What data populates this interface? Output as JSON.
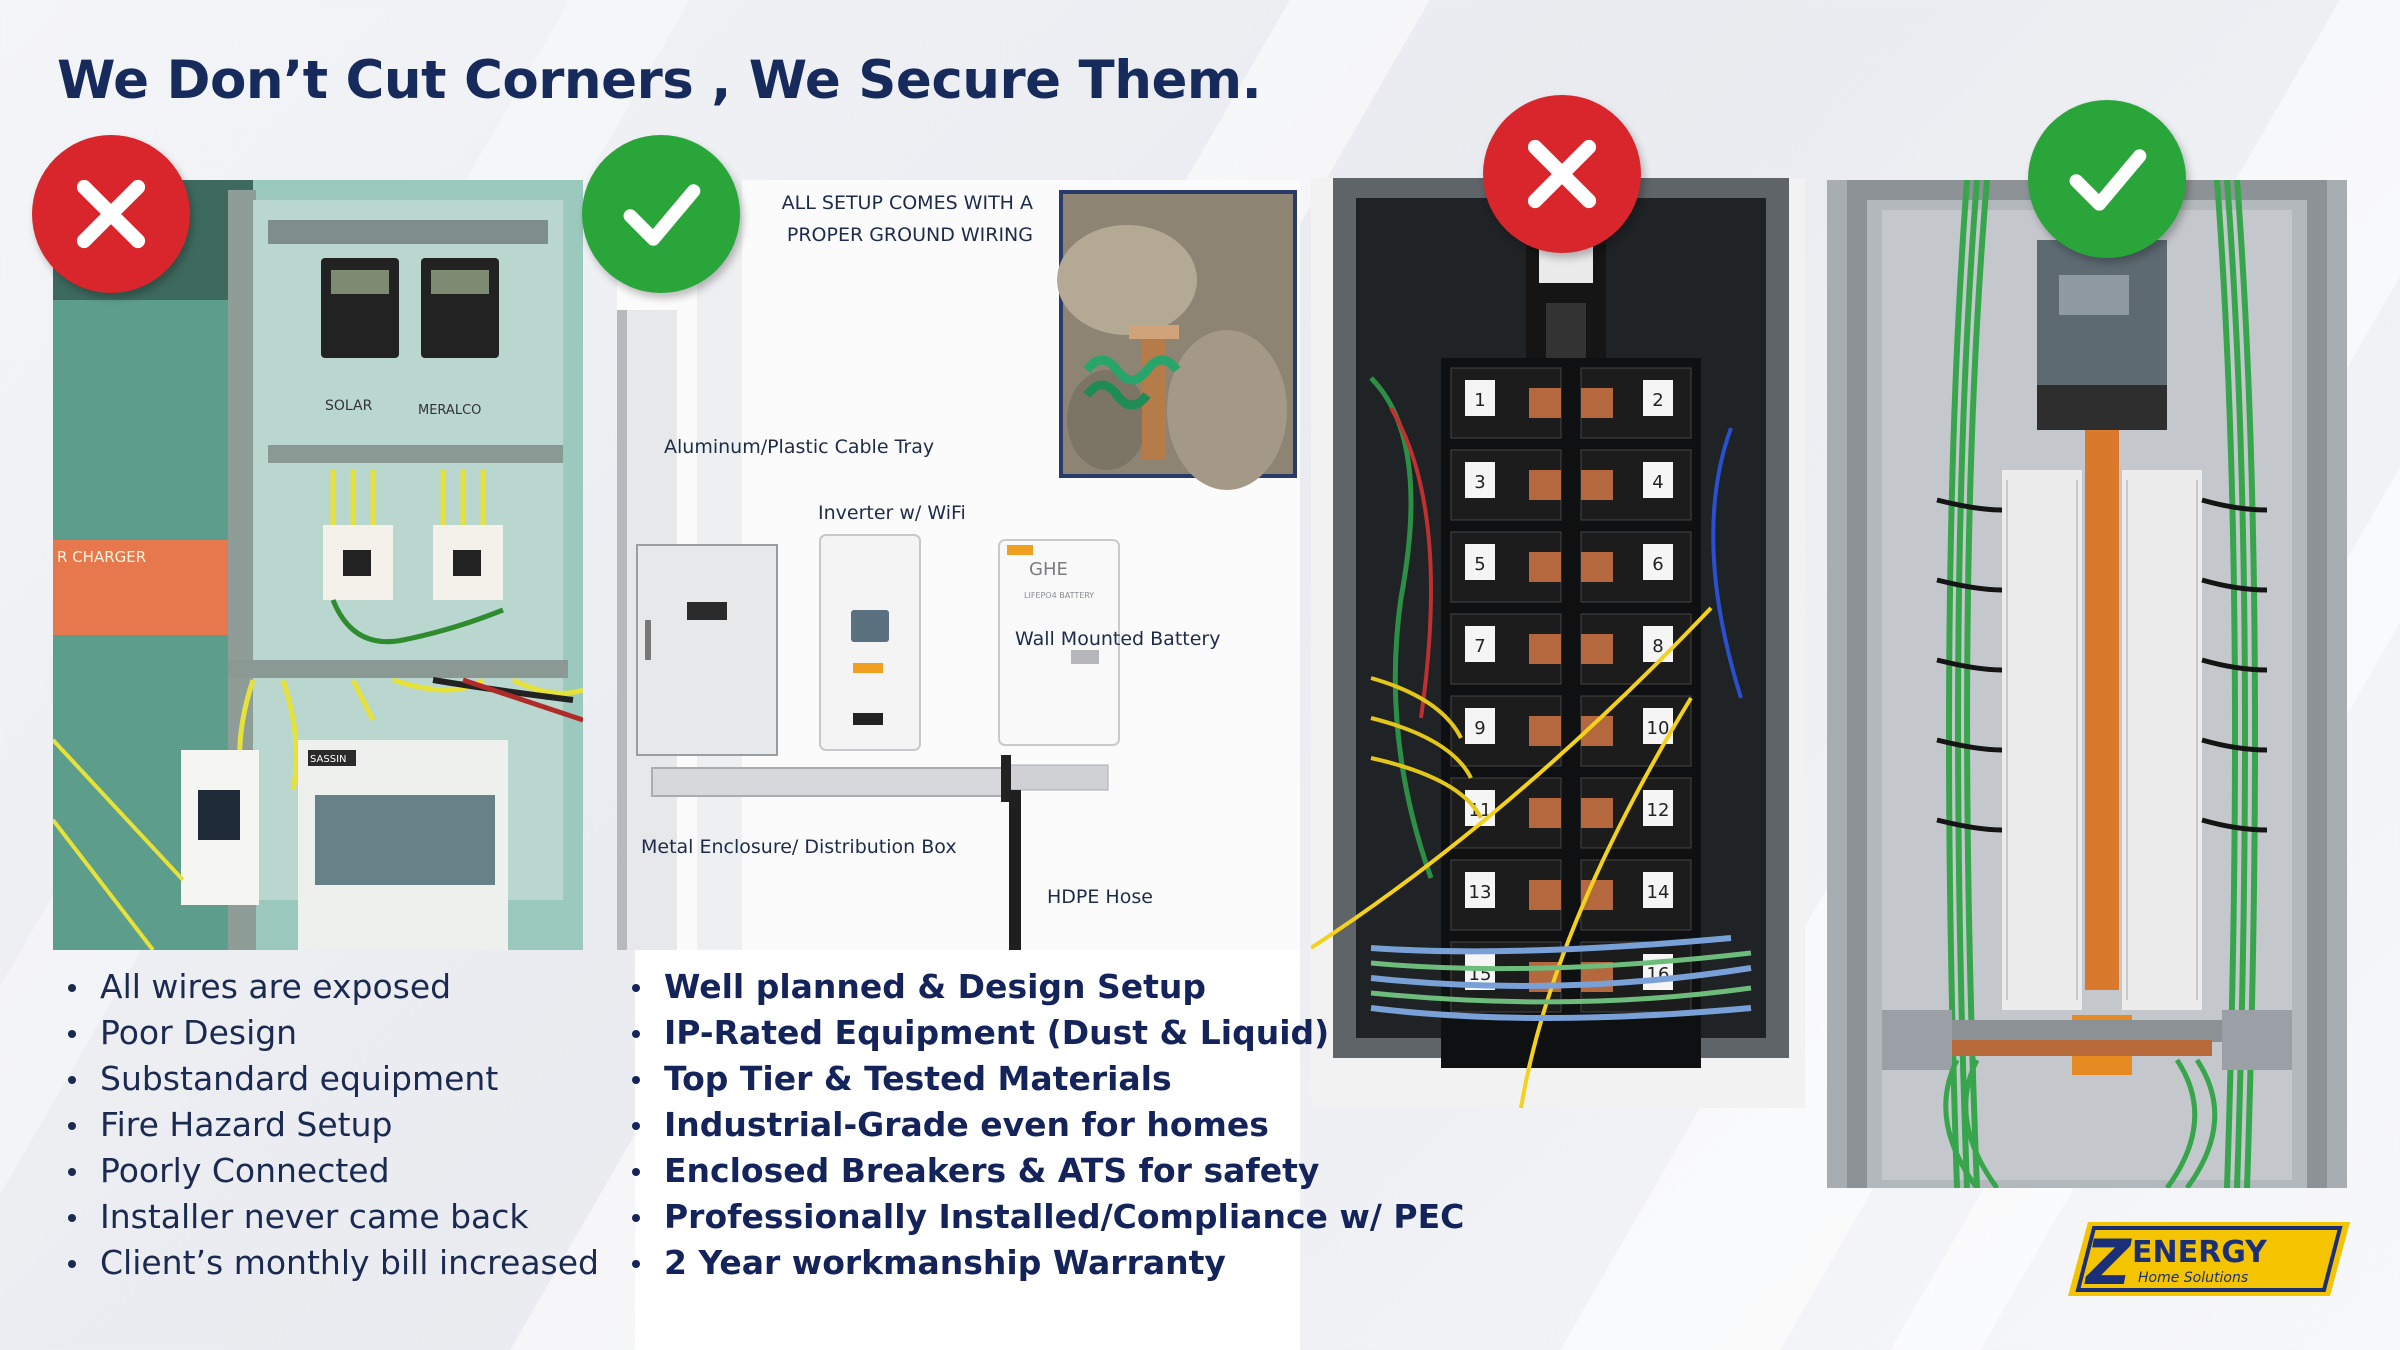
{
  "headline": "We Don’t Cut Corners , We Secure Them.",
  "panels": {
    "bad_setup_photo": {
      "labels": [
        "SOLAR",
        "MERALCO",
        "R CHARGER",
        "SASSIN"
      ]
    },
    "good_setup_photo": {
      "callouts": {
        "ground_line1": "ALL SETUP COMES WITH A",
        "ground_line2": "PROPER GROUND WIRING",
        "cable_tray": "Aluminum/Plastic Cable Tray",
        "inverter": "Inverter w/ WiFi",
        "battery": "Wall Mounted Battery",
        "enclosure": "Metal Enclosure/ Distribution Box",
        "hose": "HDPE Hose"
      },
      "battery_brand": "GHE",
      "battery_sub": "LIFEPO4 BATTERY"
    },
    "bad_breaker_photo": {
      "breaker_numbers": [
        "1",
        "2",
        "3",
        "4",
        "5",
        "6",
        "7",
        "8",
        "9",
        "10",
        "11",
        "12",
        "13",
        "14",
        "15",
        "16"
      ]
    },
    "good_breaker_photo": {}
  },
  "badges": {
    "bad_icon": "cross-icon",
    "good_icon": "check-icon",
    "bad_color": "#d9262c",
    "good_color": "#2aa53a"
  },
  "bad_points": [
    "All wires are exposed",
    "Poor Design",
    "Substandard equipment",
    "Fire Hazard Setup",
    "Poorly Connected",
    "Installer never came back",
    "Client’s monthly bill increased"
  ],
  "good_points": [
    "Well planned & Design Setup",
    "IP-Rated Equipment (Dust & Liquid)",
    "Top Tier & Tested Materials",
    "Industrial-Grade even for homes",
    "Enclosed Breakers & ATS for safety",
    "Professionally Installed/Compliance w/ PEC",
    "2 Year workmanship Warranty"
  ],
  "logo": {
    "name": "ZENERGY",
    "letter": "Z",
    "rest": "ENERGY",
    "tagline": "Home Solutions",
    "colors": {
      "yellow": "#f5c400",
      "navy": "#1b2f78"
    }
  }
}
